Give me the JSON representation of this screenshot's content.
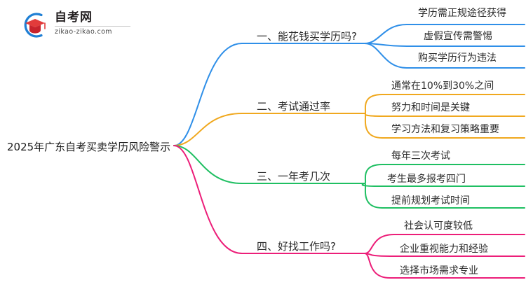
{
  "logo": {
    "name": "zikao-logo",
    "title": "自考网",
    "domain": "zikao-zikao.com",
    "mark_blue": "#1f7fd4",
    "mark_red": "#e23b3b"
  },
  "mindmap": {
    "root": {
      "label": "2025年广东自考买卖学历风险警示"
    },
    "branches": [
      {
        "label": "一、能花钱买学历吗?",
        "color": "#2f8fe8",
        "children": [
          {
            "label": "学历需正规途径获得"
          },
          {
            "label": "虚假宣传需警惕"
          },
          {
            "label": "购买学历行为违法"
          }
        ]
      },
      {
        "label": "二、考试通过率",
        "color": "#f0a81e",
        "children": [
          {
            "label": "通常在10%到30%之间"
          },
          {
            "label": "努力和时间是关键"
          },
          {
            "label": "学习方法和复习策略重要"
          }
        ]
      },
      {
        "label": "三、一年考几次",
        "color": "#1fbf62",
        "children": [
          {
            "label": "每年三次考试"
          },
          {
            "label": "考生最多报考四门"
          },
          {
            "label": "提前规划考试时间"
          }
        ]
      },
      {
        "label": "四、好找工作吗?",
        "color": "#ec1e79",
        "children": [
          {
            "label": "社会认可度较低"
          },
          {
            "label": "企业重视能力和经验"
          },
          {
            "label": "选择市场需求专业"
          }
        ]
      }
    ]
  }
}
